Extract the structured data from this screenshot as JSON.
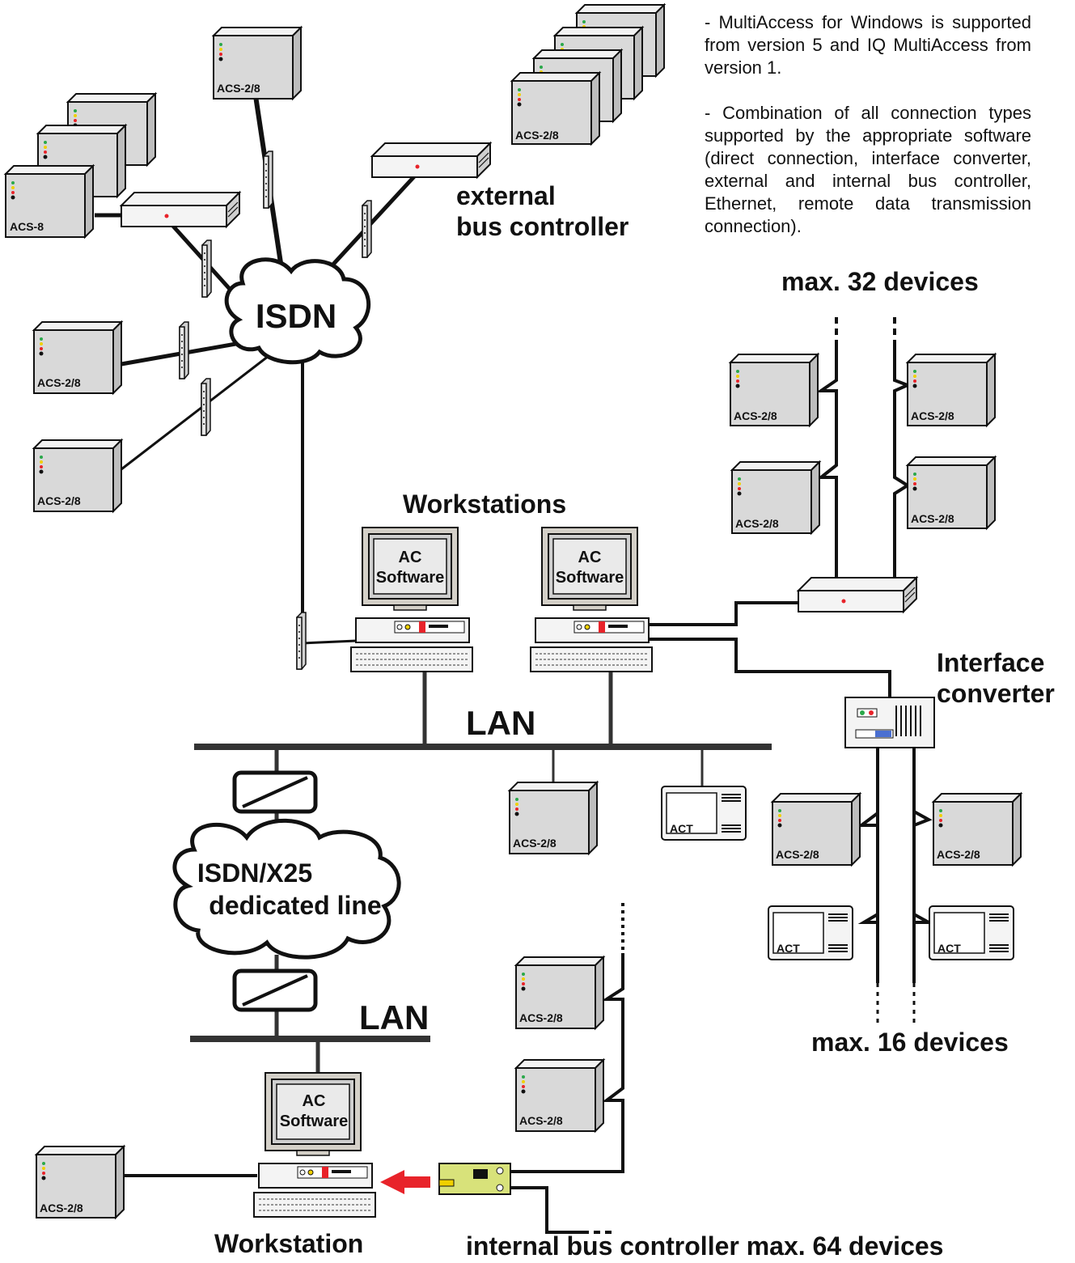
{
  "notes": {
    "para1": "- MultiAccess for Windows is supported from version 5 and IQ MultiAccess from version 1.",
    "para2": "- Combination of all connection types supported by the appropriate software (direct connection, interface converter, external and internal bus controller, Ethernet, remote data transmission connection)."
  },
  "labels": {
    "external_bus": "external\nbus controller",
    "external_bus_l1": "external",
    "external_bus_l2": "bus controller",
    "max32": "max. 32 devices",
    "workstations": "Workstations",
    "interface_l1": "Interface",
    "interface_l2": "converter",
    "lan1": "LAN",
    "lan2": "LAN",
    "max16": "max. 16 devices",
    "workstation": "Workstation",
    "internal_bus": "internal bus controller max. 64 devices",
    "isdn": "ISDN",
    "wan_l1": "ISDN/X25",
    "wan_l2": "dedicated line"
  },
  "devices": {
    "acs28": "ACS-2/8",
    "acs8": "ACS-8",
    "act": "ACT",
    "ac_software_l1": "AC",
    "ac_software_l2": "Software"
  },
  "colors": {
    "box_fill": "#d9d9d9",
    "arrow": "#e8232a",
    "led_red": "#e8232a",
    "led_yellow": "#f0d000",
    "led_green": "#2aa84a",
    "pcb": "#d8e27a"
  }
}
